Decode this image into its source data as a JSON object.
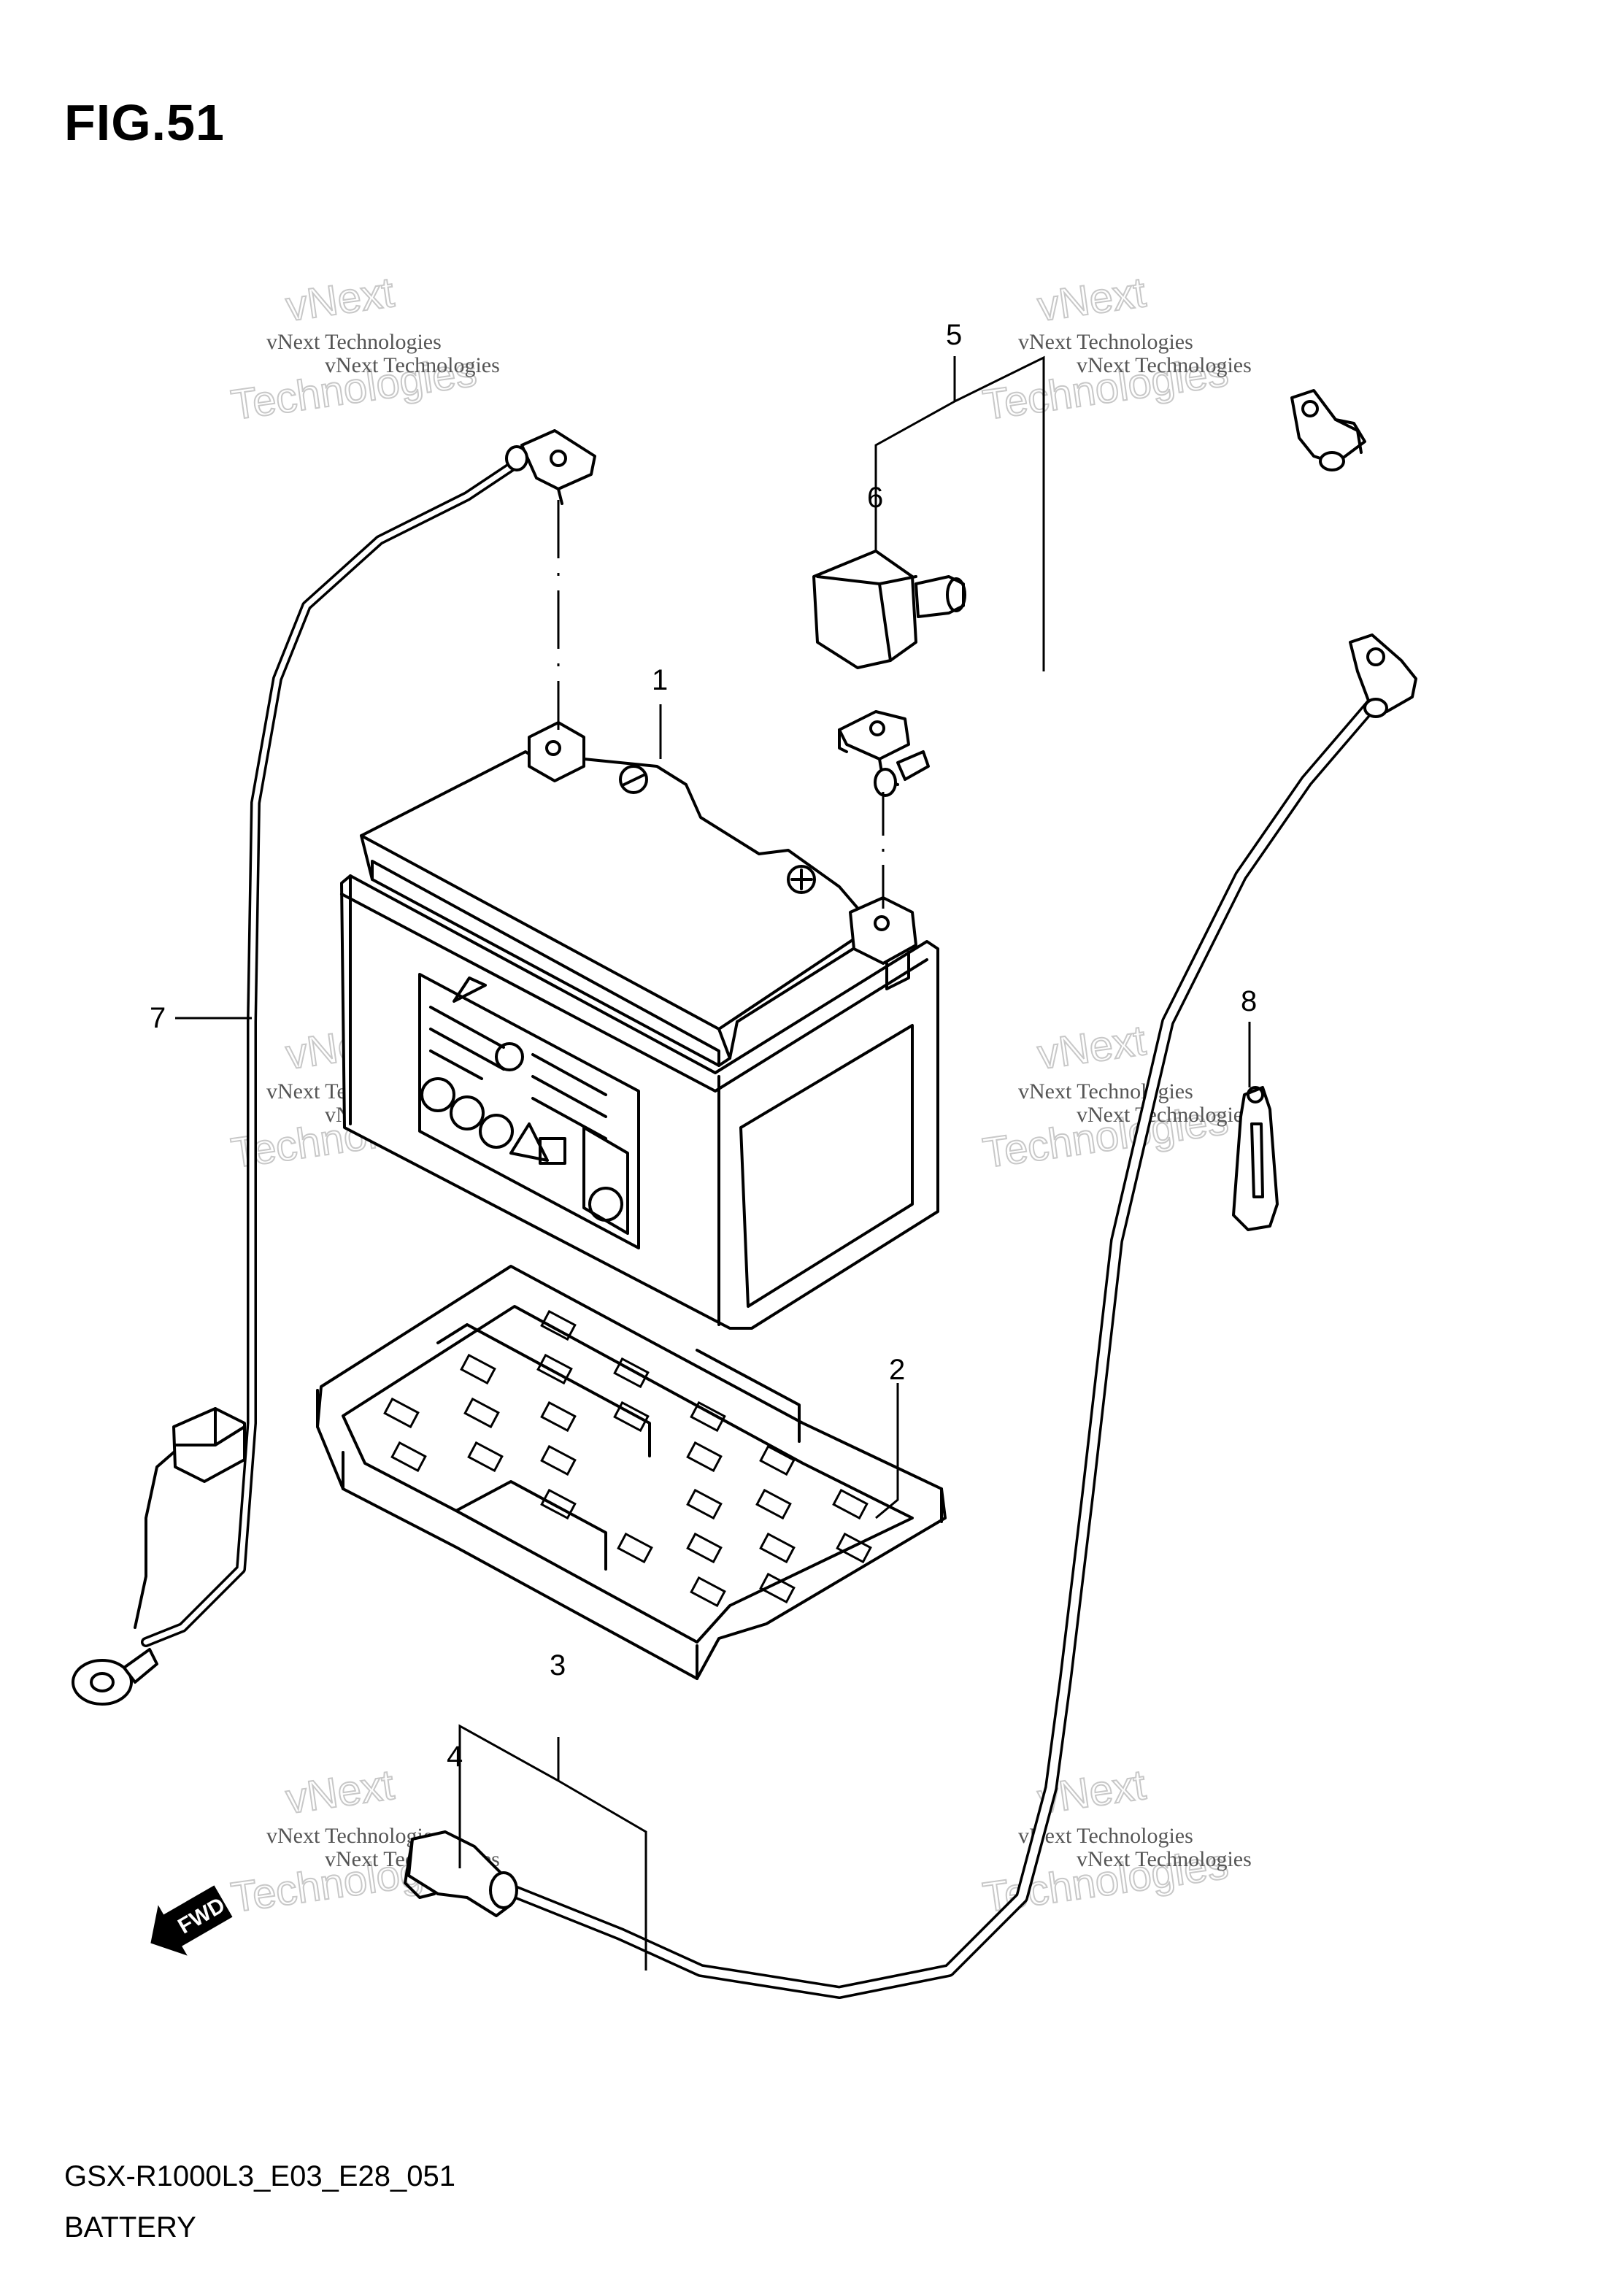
{
  "figure": {
    "title": "FIG.51",
    "code": "GSX-R1000L3_E03_E28_051",
    "name": "BATTERY"
  },
  "callouts": [
    "1",
    "2",
    "3",
    "4",
    "5",
    "6",
    "7",
    "8"
  ],
  "watermark": {
    "small": "vNext Technologies",
    "large_top": "vNext",
    "large_bottom": "Technologies"
  },
  "fwd_label": "FWD"
}
